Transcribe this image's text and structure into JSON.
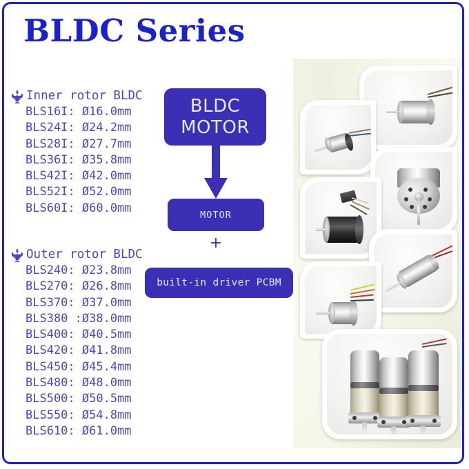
{
  "page": {
    "title": "BLDC Series",
    "frame_color": "#1b22c4",
    "title_color": "#1b23c8",
    "text_color": "#4a46c2",
    "box_color": "#3a2fb5",
    "collage_bg": "#f6f8ec"
  },
  "inner_rotor": {
    "bullet_icon": "fleur-de-lis-icon",
    "heading": "Inner rotor BLDC",
    "items": [
      "BLS16I: Ø16.0mm",
      "BLS24I: Ø24.2mm",
      "BLS28I: Ø27.7mm",
      "BLS36I: Ø35.8mm",
      "BLS42I: Ø42.0mm",
      "BLS52I: Ø52.0mm",
      "BLS60I: Ø60.0mm"
    ]
  },
  "outer_rotor": {
    "bullet_icon": "fleur-de-lis-icon",
    "heading": "Outer rotor BLDC",
    "items": [
      "BLS240: Ø23.8mm",
      "BLS270: Ø26.8mm",
      "BLS370: Ø37.0mm",
      "BLS380 :Ø38.0mm",
      "BLS400: Ø40.5mm",
      "BLS420: Ø41.8mm",
      "BLS450: Ø45.4mm",
      "BLS480: Ø48.0mm",
      "BLS500: Ø50.5mm",
      "BLS550: Ø54.8mm",
      "BLS610: Ø61.0mm"
    ]
  },
  "diagram": {
    "top_box": "BLDC\nMOTOR",
    "top_box_line1": "BLDC",
    "top_box_line2": "MOTOR",
    "arrow_icon": "arrow-down-icon",
    "middle_box": "MOTOR",
    "plus": "+",
    "bottom_box": "built-in driver PCBM"
  },
  "collage": {
    "photos": [
      {
        "name": "silver-inrunner-motor-with-wires",
        "caption": ""
      },
      {
        "name": "small-silver-coreless-motor",
        "caption": ""
      },
      {
        "name": "silver-outrunner-motor-face-view",
        "caption": ""
      },
      {
        "name": "black-bldc-motor-with-connector",
        "caption": ""
      },
      {
        "name": "slim-silver-motor-with-red-wire",
        "caption": ""
      },
      {
        "name": "short-silver-motor-with-ribbon-wires",
        "caption": ""
      },
      {
        "name": "three-planetary-gear-motors",
        "caption": ""
      }
    ]
  }
}
